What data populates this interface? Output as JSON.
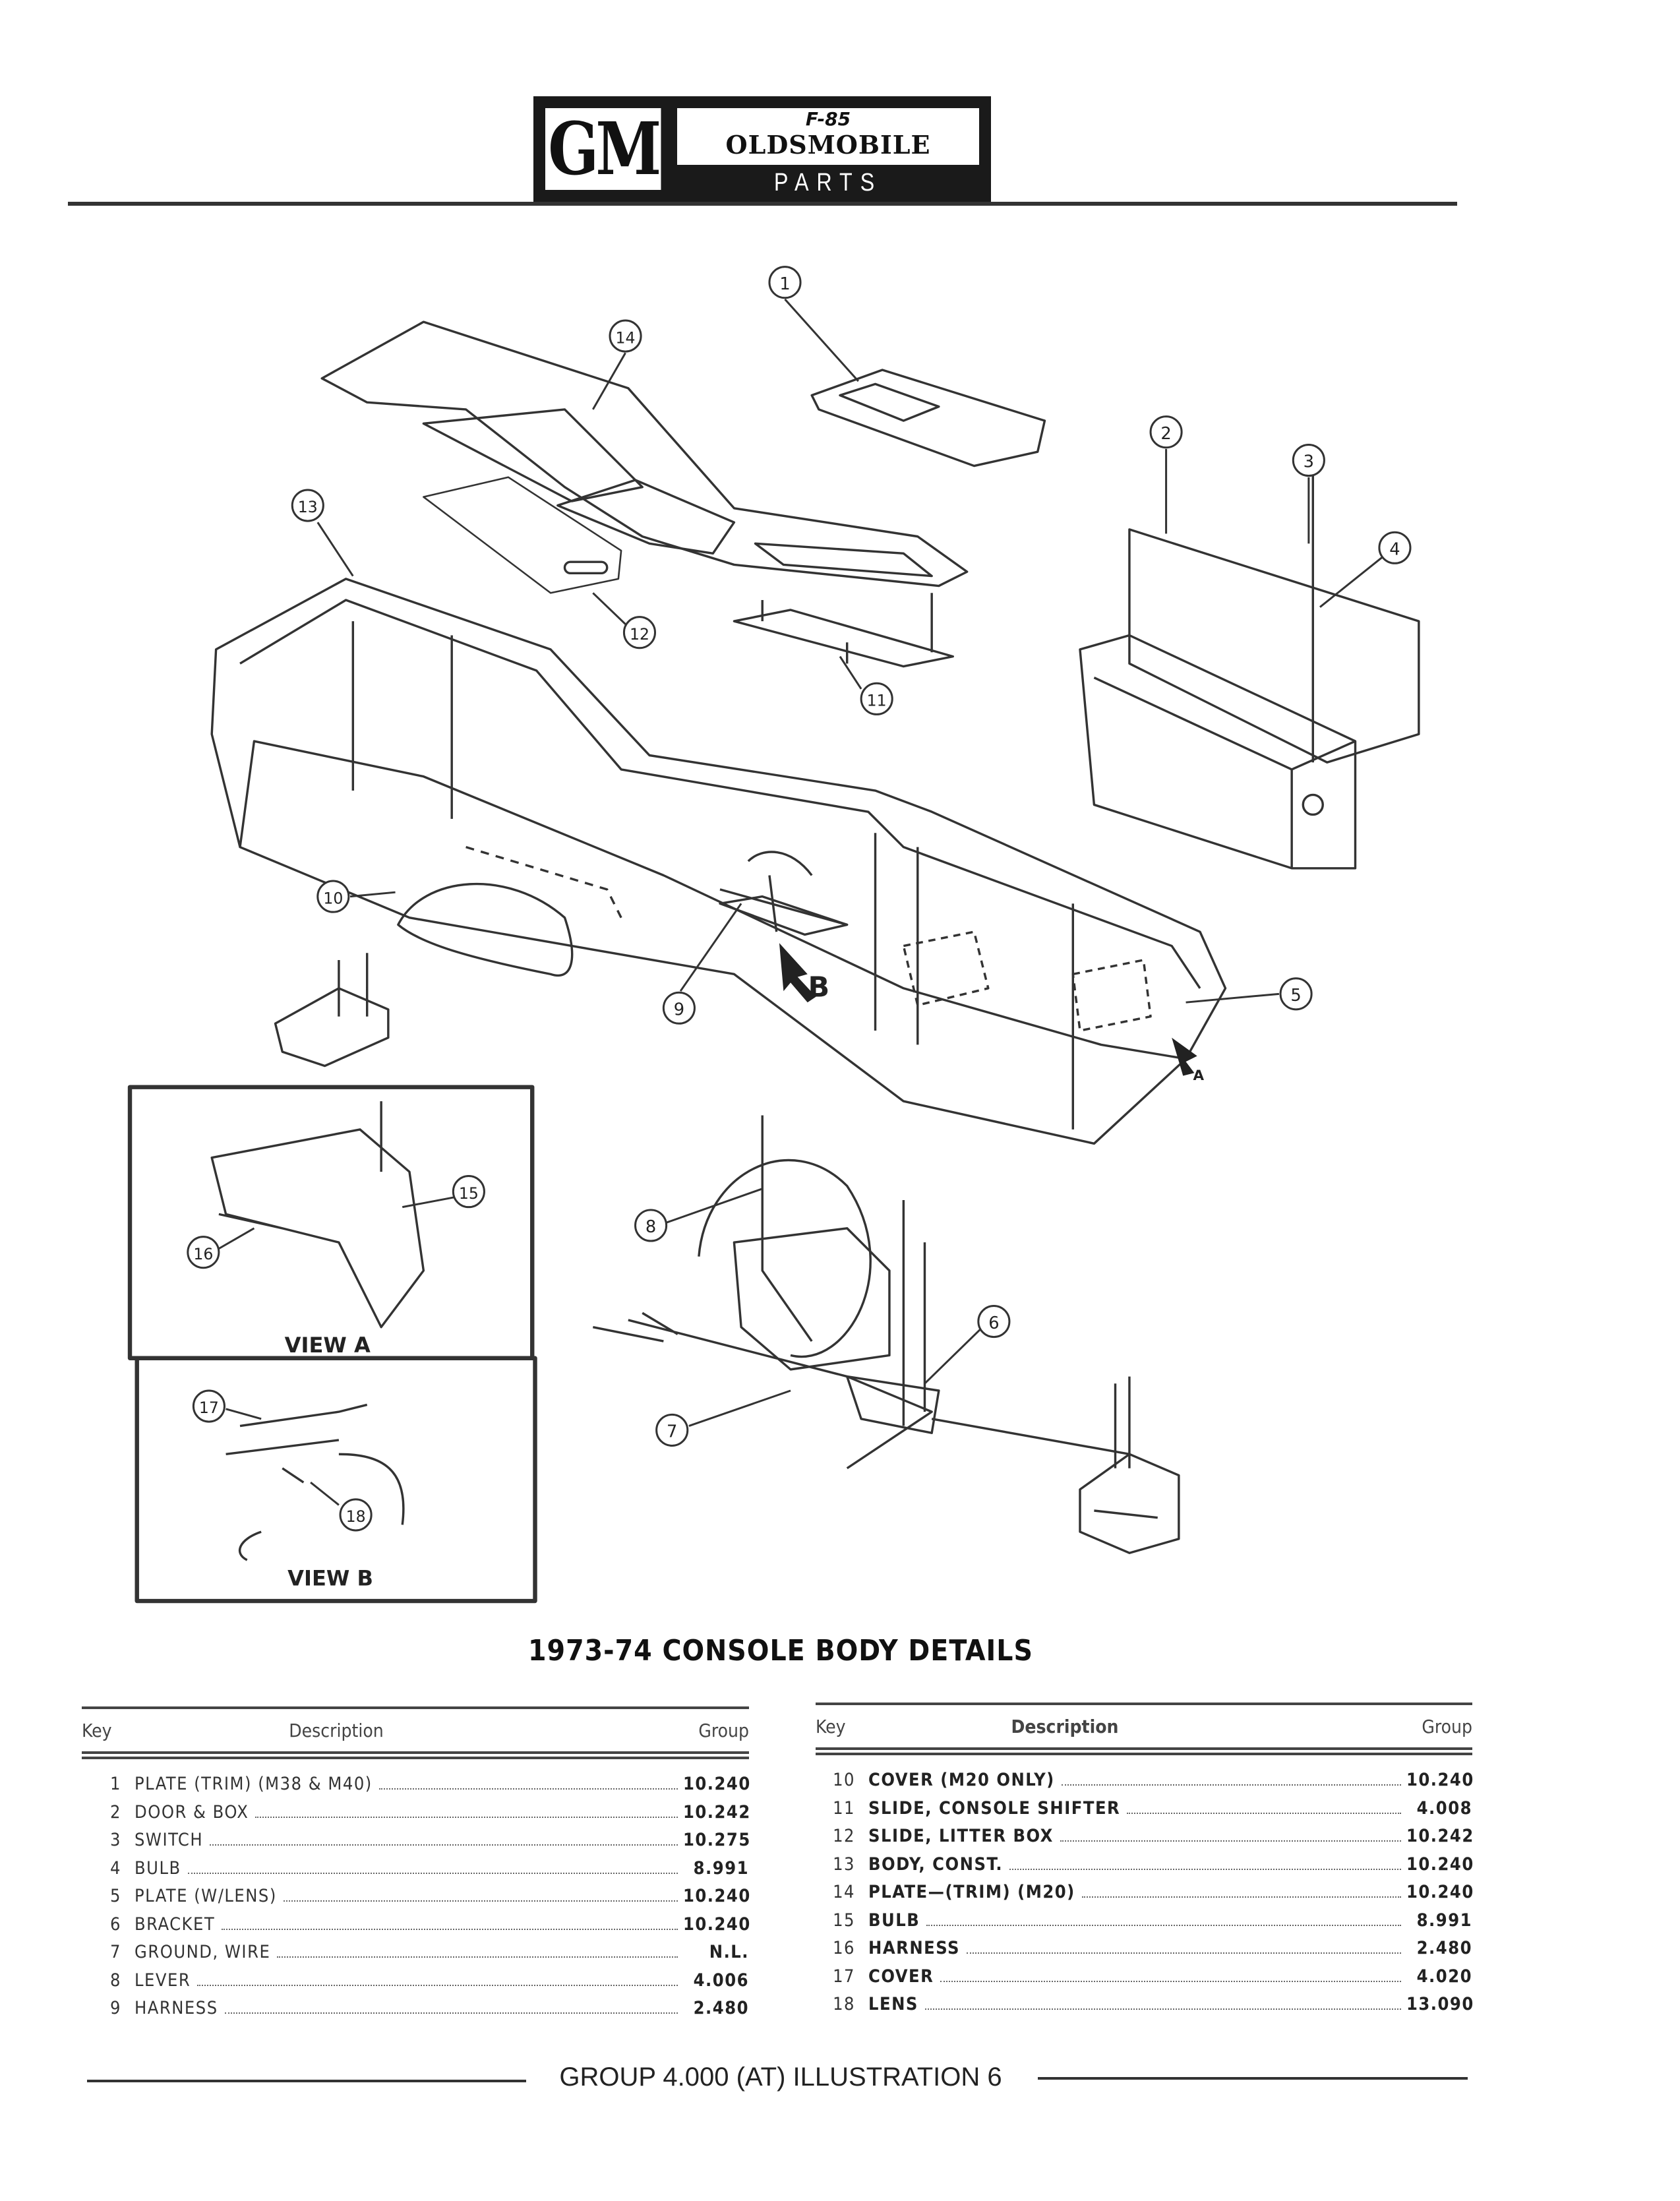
{
  "header": {
    "logo_gm": "GM",
    "logo_f85": "F-85",
    "logo_brand": "OLDSMOBILE",
    "logo_subtitle": "PARTS CATALOGUE"
  },
  "illustration": {
    "callouts": [
      "1",
      "2",
      "3",
      "4",
      "5",
      "6",
      "7",
      "8",
      "9",
      "10",
      "11",
      "12",
      "13",
      "14",
      "15",
      "16",
      "17",
      "18"
    ],
    "view_a_label": "VIEW A",
    "view_b_label": "VIEW B",
    "marker_a": "A",
    "marker_b": "B"
  },
  "title": "1973-74 CONSOLE BODY DETAILS",
  "parts_table": {
    "headers": {
      "key": "Key",
      "description": "Description",
      "group": "Group"
    },
    "left": [
      {
        "key": "1",
        "description": "PLATE (TRIM) (M38 & M40)",
        "group": "10.240"
      },
      {
        "key": "2",
        "description": "DOOR & BOX",
        "group": "10.242"
      },
      {
        "key": "3",
        "description": "SWITCH",
        "group": "10.275"
      },
      {
        "key": "4",
        "description": "BULB",
        "group": "8.991"
      },
      {
        "key": "5",
        "description": "PLATE (W/LENS)",
        "group": "10.240"
      },
      {
        "key": "6",
        "description": "BRACKET",
        "group": "10.240"
      },
      {
        "key": "7",
        "description": "GROUND, WIRE",
        "group": "N.L."
      },
      {
        "key": "8",
        "description": "LEVER",
        "group": "4.006"
      },
      {
        "key": "9",
        "description": "HARNESS",
        "group": "2.480"
      }
    ],
    "right": [
      {
        "key": "10",
        "description": "COVER (M20 ONLY)",
        "group": "10.240"
      },
      {
        "key": "11",
        "description": "SLIDE, CONSOLE SHIFTER",
        "group": "4.008"
      },
      {
        "key": "12",
        "description": "SLIDE, LITTER BOX",
        "group": "10.242"
      },
      {
        "key": "13",
        "description": "BODY, CONST.",
        "group": "10.240"
      },
      {
        "key": "14",
        "description": "PLATE—(TRIM) (M20)",
        "group": "10.240"
      },
      {
        "key": "15",
        "description": "BULB",
        "group": "8.991"
      },
      {
        "key": "16",
        "description": "HARNESS",
        "group": "2.480"
      },
      {
        "key": "17",
        "description": "COVER",
        "group": "4.020"
      },
      {
        "key": "18",
        "description": "LENS",
        "group": "13.090"
      }
    ]
  },
  "footer": "GROUP 4.000 (AT) ILLUSTRATION 6"
}
